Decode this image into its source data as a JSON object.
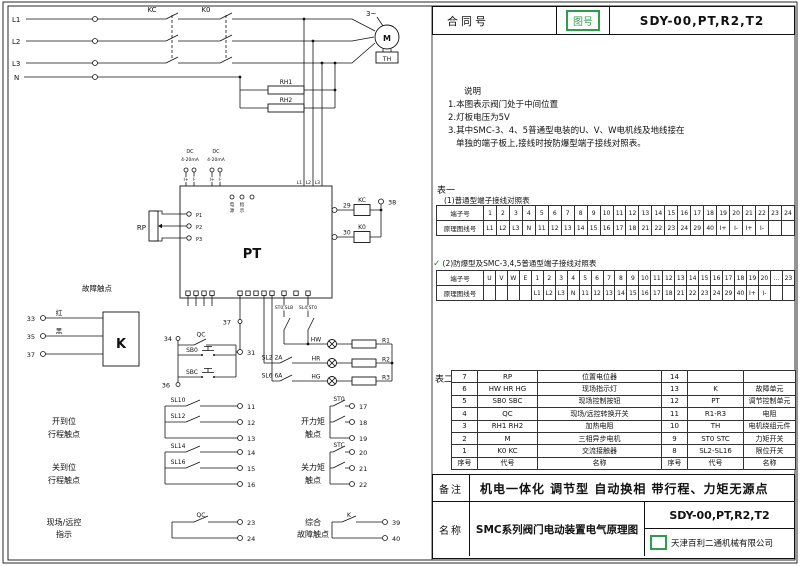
{
  "title_block": {
    "contract_label": "合同号",
    "drawing_no_label": "图号",
    "drawing_no": "SDY-00,PT,R2,T2"
  },
  "notes": {
    "title": "说明",
    "line1": "1.本图表示阀门处于中间位置",
    "line2": "2.灯板电压为5V",
    "line3": "3.其中SMC-3、4、5普通型电装的U、V、W电机线及地线接在",
    "line4": "单独的端子板上,接线时按防爆型端子接线对照表。"
  },
  "tables_section": {
    "table_one_label": "表一",
    "caption_normal": "(1)普通型端子接线对照表",
    "check_mark": "✓",
    "caption_ex": "(2)防爆型及SMC-3,4,5普通型端子接线对照表",
    "normal_table": {
      "rows": [
        [
          "端子号",
          "1",
          "2",
          "3",
          "4",
          "5",
          "6",
          "7",
          "8",
          "9",
          "10",
          "11",
          "12",
          "13",
          "14",
          "15",
          "16",
          "17",
          "18",
          "19",
          "20",
          "21",
          "22",
          "23",
          "24"
        ],
        [
          "原理图线号",
          "L1",
          "L2",
          "L3",
          "N",
          "11",
          "12",
          "13",
          "14",
          "15",
          "16",
          "17",
          "18",
          "21",
          "22",
          "23",
          "24",
          "29",
          "40",
          "I+",
          "I-",
          "I+",
          "I-",
          "",
          ""
        ]
      ]
    },
    "ex_table": {
      "rows": [
        [
          "端子号",
          "U",
          "V",
          "W",
          "E",
          "1",
          "2",
          "3",
          "4",
          "5",
          "6",
          "7",
          "8",
          "9",
          "10",
          "11",
          "12",
          "13",
          "14",
          "15",
          "16",
          "17",
          "18",
          "19",
          "20",
          "…",
          "23"
        ],
        [
          "原理图线号",
          "",
          "",
          "",
          "",
          "L1",
          "L2",
          "L3",
          "N",
          "11",
          "12",
          "13",
          "14",
          "15",
          "16",
          "17",
          "18",
          "21",
          "22",
          "23",
          "24",
          "29",
          "40",
          "I+",
          "I-",
          "",
          ""
        ]
      ]
    }
  },
  "component_table": {
    "label": "表二",
    "rows": [
      [
        "7",
        "RP",
        "位置电位器",
        "14",
        "",
        ""
      ],
      [
        "6",
        "HW HR HG",
        "现场指示灯",
        "13",
        "K",
        "故障单元"
      ],
      [
        "5",
        "SB0 SBC",
        "现场控制按钮",
        "12",
        "PT",
        "调节控制单元"
      ],
      [
        "4",
        "QC",
        "现场/远控转换开关",
        "11",
        "R1-R3",
        "电阻"
      ],
      [
        "3",
        "RH1 RH2",
        "加热电阻",
        "10",
        "TH",
        "电机绕组元件"
      ],
      [
        "2",
        "M",
        "三相异步电机",
        "9",
        "ST0 STC",
        "力矩开关"
      ],
      [
        "1",
        "K0 KC",
        "交流接触器",
        "8",
        "SL2-SL16",
        "限位开关"
      ],
      [
        "序号",
        "代号",
        "名称",
        "序号",
        "代号",
        "名称"
      ]
    ]
  },
  "footer": {
    "remark_label": "备注",
    "remark": "机电一体化 调节型 自动换相 带行程、力矩无源点",
    "name_label": "名称",
    "name": "SMC系列阀门电动装置电气原理图",
    "drawing_no": "SDY-00,PT,R2,T2",
    "company": "天津百利二通机械有限公司"
  },
  "circuit": {
    "l1": "L1",
    "l2": "L2",
    "l3": "L3",
    "n": "N",
    "kc": "KC",
    "ko": "K0",
    "phase": "3~",
    "motor": "M",
    "th": "TH",
    "rh1": "RH1",
    "rh2": "RH2",
    "dc1": "DC",
    "dc1_range": "4-20mA",
    "dc2": "DC",
    "dc2_range": "4-20mA",
    "iplus1": "I+",
    "iminus1": "I-",
    "iplus2": "I+",
    "iminus2": "I-",
    "pt": "PT",
    "pt_l1": "L1",
    "pt_l2": "L2",
    "pt_l3": "L3",
    "p1": "P1",
    "p2": "P2",
    "p3": "P3",
    "rp": "RP",
    "ind1a": "电",
    "ind1b": "源",
    "ind2a": "指",
    "ind2b": "示",
    "t29": "29",
    "t30": "30",
    "t38": "38",
    "coil_kc": "KC",
    "coil_ko": "K0",
    "t37_mid": "37",
    "lbl_st0_slb": "ST0,SLB",
    "lbl_sl4_st0": "SL4,ST0",
    "hw": "HW",
    "hr": "HR",
    "hg": "HG",
    "r1": "R1",
    "r2": "R2",
    "r3": "R3",
    "sl2": "SL2 2A",
    "sl6": "SL6 6A",
    "t31": "31",
    "t34": "34",
    "t36": "36",
    "qc_mid": "QC",
    "sb0": "SB0",
    "sbc": "SBC",
    "fault_title": "故障触点",
    "red": "红",
    "black": "黑",
    "k_box": "K",
    "t33": "33",
    "t35": "35",
    "t37": "37",
    "sl10": "SL10",
    "sl12": "SL12",
    "sl14": "SL14",
    "sl16": "SL16",
    "st0": "ST0",
    "stc": "STC",
    "qc_bottom": "QC",
    "k_contact": "K",
    "t11": "11",
    "t12": "12",
    "t13": "13",
    "t14": "14",
    "t15": "15",
    "t16": "16",
    "t17": "17",
    "t18": "18",
    "t19": "19",
    "t20": "20",
    "t21": "21",
    "t22": "22",
    "t23": "23",
    "t24": "24",
    "t39": "39",
    "t40": "40",
    "g_open_travel_1": "开到位",
    "g_open_travel_2": "行程触点",
    "g_open_torque_1": "开力矩",
    "g_open_torque_2": "触点",
    "g_close_travel_1": "关到位",
    "g_close_travel_2": "行程触点",
    "g_close_torque_1": "关力矩",
    "g_close_torque_2": "触点",
    "g_local_1": "现场/远控",
    "g_local_2": "指示",
    "g_fault_1": "综合",
    "g_fault_2": "故障触点"
  },
  "colors": {
    "annotation_green": "#2e9e4e"
  }
}
